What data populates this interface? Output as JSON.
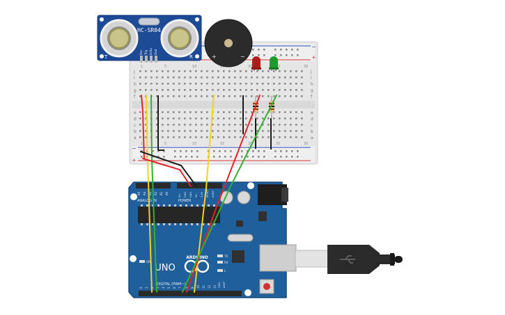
{
  "sensor": {
    "model": "HC-SR04",
    "left_mark": "T",
    "right_mark": "R",
    "pins": [
      "Vcc",
      "Trig",
      "Echo",
      "Gnd"
    ]
  },
  "buzzer": {
    "plus": "+",
    "minus": "−"
  },
  "breadboard": {
    "rows_top": [
      "j",
      "i",
      "h",
      "g",
      "f"
    ],
    "rows_bottom": [
      "e",
      "d",
      "c",
      "b",
      "a"
    ],
    "column_numbers": [
      "1",
      "5",
      "10",
      "15",
      "20",
      "25",
      "30"
    ],
    "rail_plus": "+",
    "rail_minus": "−"
  },
  "leds": [
    {
      "color_name": "red",
      "hex": "#b01c1c"
    },
    {
      "color_name": "green",
      "hex": "#1f9a2f"
    }
  ],
  "arduino": {
    "logo": "ARDUINO",
    "model": "UNO",
    "power_header": "POWER",
    "analog_header": "ANALOG IN",
    "digital_header": "DIGITAL (PWM~)",
    "on_label": "ON",
    "tx_label": "TX",
    "rx_label": "RX",
    "l_label": "L",
    "aref_label": "AREF",
    "gnd_label": "GND",
    "power_pins": [
      "IOREF",
      "RESET",
      "3.3V",
      "5V",
      "GND",
      "GND",
      "Vin"
    ],
    "analog_pins": [
      "A0",
      "A1",
      "A2",
      "A3",
      "A4",
      "A5"
    ],
    "digital_pins": [
      "0",
      "1",
      "2",
      "3",
      "4",
      "5",
      "6",
      "7",
      "8",
      "9",
      "10",
      "11",
      "12",
      "13"
    ]
  },
  "colors": {
    "board_blue": "#1f5f9b",
    "board_blue_dark": "#174c7e",
    "breadboard": "#e8e8e8",
    "wire_red": "#e0242a",
    "wire_black": "#1c1c1c",
    "wire_yellow": "#f5d319",
    "wire_green": "#34b02c",
    "sensor_blue": "#1d4a94"
  }
}
